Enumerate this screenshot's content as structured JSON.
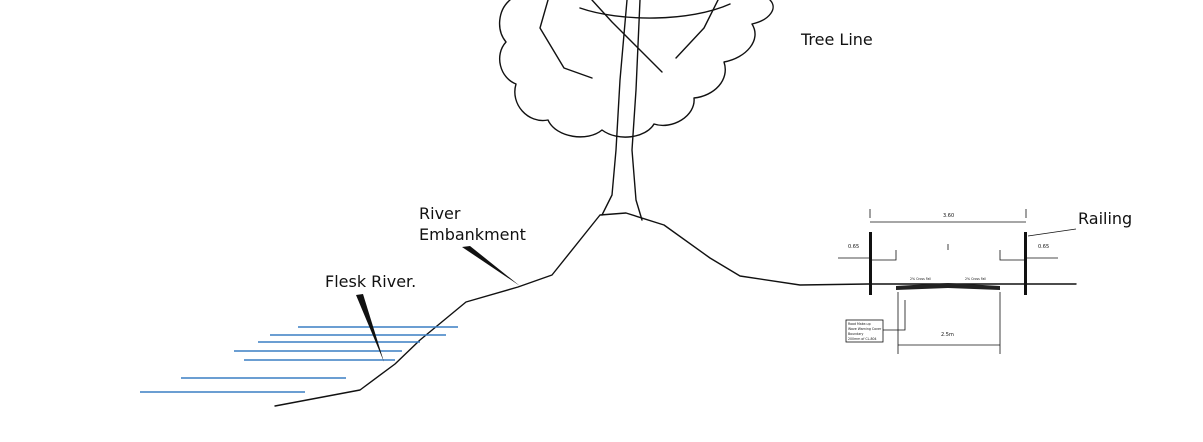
{
  "labels": {
    "tree_line": "Tree Line",
    "railing": "Railing",
    "river_embankment_line1": "River",
    "river_embankment_line2": "Embankment",
    "flesk_river": "Flesk River."
  },
  "section": {
    "overall_width": "3.60",
    "left_margin": "0.65",
    "right_margin": "0.65",
    "left_crossfall": "2% Cross Fall",
    "right_crossfall": "2% Cross Fall",
    "path_width": "2.5m",
    "note_lines": [
      "Road Make-up",
      "Wave Warning Cover",
      "Boundary",
      "200mm of CL-804"
    ]
  },
  "colors": {
    "water": "#3a7fc4",
    "ink": "#111111"
  }
}
